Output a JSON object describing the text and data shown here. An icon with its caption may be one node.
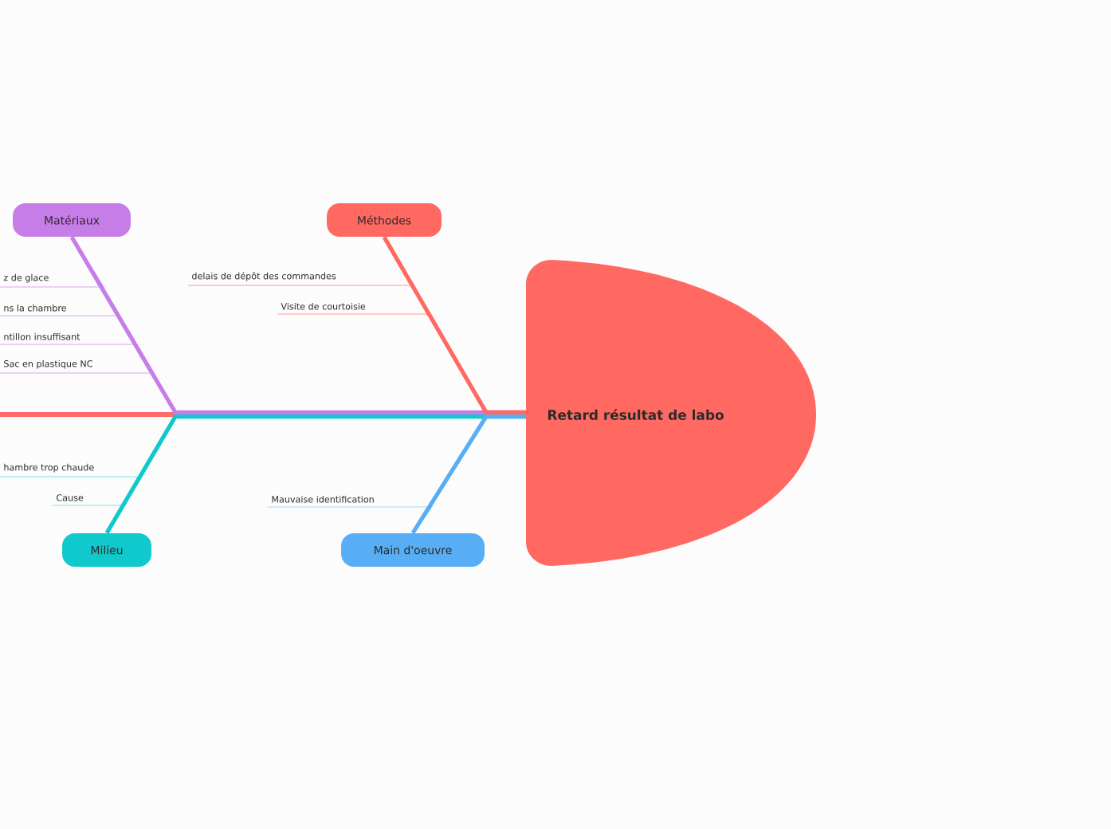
{
  "diagram": {
    "nodes": [
      {
        "text": [
          "Retard résultat de labo"
        ]
      },
      {
        "text": [
          "Matériaux"
        ]
      },
      {
        "text": [
          "z de glace"
        ]
      },
      {
        "text": [
          "ns la chambre"
        ]
      },
      {
        "text": [
          "ntillon insuffisant"
        ]
      },
      {
        "text": [
          "Sac en plastique NC"
        ]
      },
      {
        "text": [
          "Méthodes"
        ]
      },
      {
        "text": [
          "delais de dépôt des commandes"
        ]
      },
      {
        "text": [
          "Visite de courtoisie"
        ]
      },
      {
        "text": [
          "Milieu"
        ]
      },
      {
        "text": [
          "hambre trop chaude"
        ]
      },
      {
        "text": [
          "Cause"
        ]
      },
      {
        "text": [
          "Main d'oeuvre"
        ]
      },
      {
        "text": [
          "Mauvaise identification"
        ]
      }
    ],
    "edges": [
      {
        "from": 1,
        "to": 0,
        "arrow": "none",
        "style": "thick",
        "color": "#c77de8"
      },
      {
        "from": 6,
        "to": 0,
        "arrow": "none",
        "style": "thick",
        "color": "#ff6961"
      },
      {
        "from": 9,
        "to": 0,
        "arrow": "none",
        "style": "thick",
        "color": "#10c9cc"
      },
      {
        "from": 12,
        "to": 0,
        "arrow": "none",
        "style": "thick",
        "color": "#57aef5"
      },
      {
        "from": 2,
        "to": 1,
        "arrow": "none",
        "color": "#e2c2f3"
      },
      {
        "from": 3,
        "to": 1,
        "arrow": "none",
        "color": "#e2c2f3"
      },
      {
        "from": 4,
        "to": 1,
        "arrow": "none",
        "color": "#e2c2f3"
      },
      {
        "from": 5,
        "to": 1,
        "arrow": "none",
        "color": "#e2c2f3"
      },
      {
        "from": 7,
        "to": 6,
        "arrow": "none",
        "color": "#ffbab6"
      },
      {
        "from": 8,
        "to": 6,
        "arrow": "none",
        "color": "#ffbab6"
      },
      {
        "from": 10,
        "to": 9,
        "arrow": "none",
        "color": "#a6ecee"
      },
      {
        "from": 11,
        "to": 9,
        "arrow": "none",
        "color": "#a6ecee"
      },
      {
        "from": 13,
        "to": 12,
        "arrow": "none",
        "color": "#bfdffb"
      }
    ]
  }
}
